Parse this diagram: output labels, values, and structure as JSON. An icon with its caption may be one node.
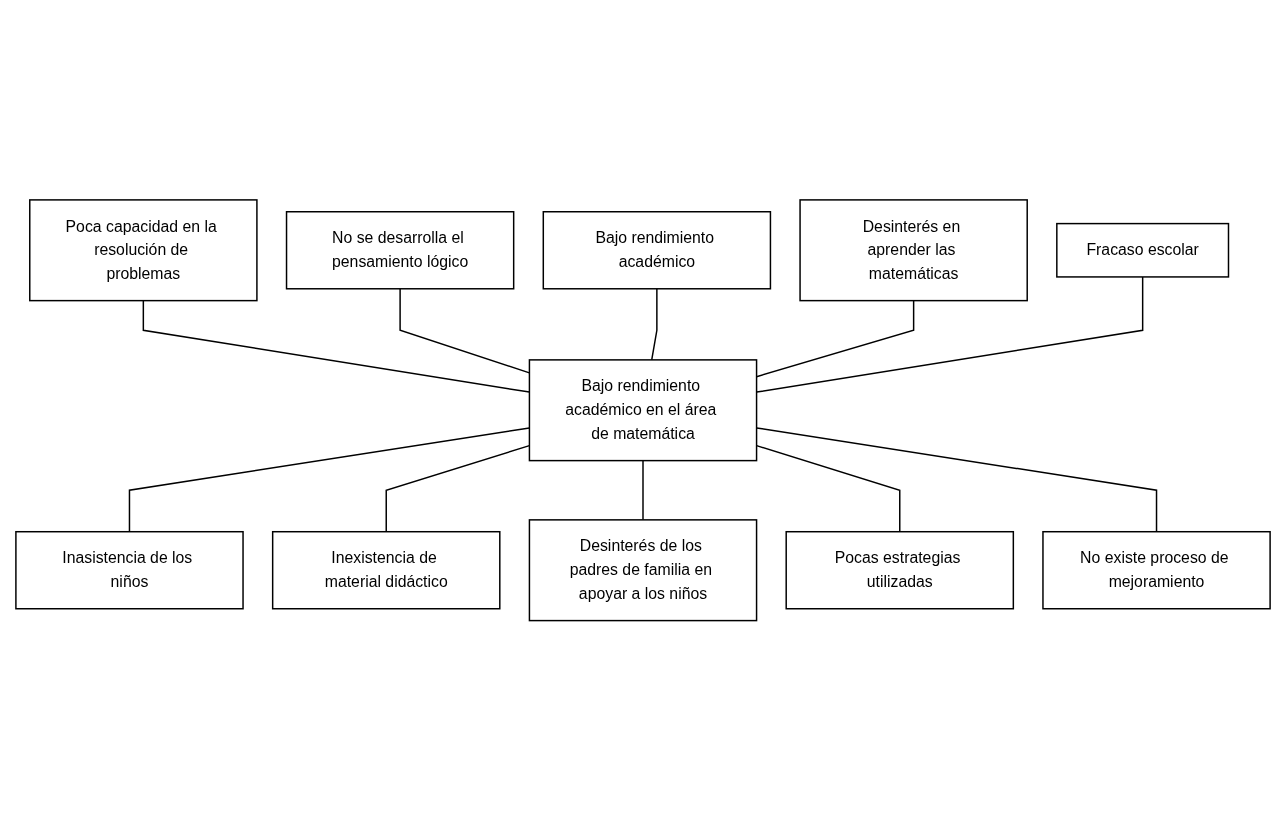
{
  "diagram": {
    "nodes": [
      {
        "text": [
          "Poca capacidad en la resolución de problemas"
        ]
      },
      {
        "text": [
          "No se desarrolla el pensamiento lógico"
        ]
      },
      {
        "text": [
          "Bajo rendimiento académico"
        ]
      },
      {
        "text": [
          "Desinterés en aprender las matemáticas"
        ]
      },
      {
        "text": [
          "Fracaso escolar"
        ]
      },
      {
        "text": [
          "Bajo rendimiento académico en el área de matemática"
        ]
      },
      {
        "text": [
          "Inasistencia de los niños"
        ]
      },
      {
        "text": [
          "Inexistencia de material didáctico"
        ]
      },
      {
        "text": [
          "Desinterés de los padres de familia en apoyar a los niños"
        ]
      },
      {
        "text": [
          "Pocas estrategias utilizadas"
        ]
      },
      {
        "text": [
          "No existe proceso de mejoramiento"
        ]
      }
    ],
    "edges": [
      {
        "from": 0,
        "to": 5,
        "arrow": "none"
      },
      {
        "from": 1,
        "to": 5,
        "arrow": "none"
      },
      {
        "from": 2,
        "to": 5,
        "arrow": "none"
      },
      {
        "from": 3,
        "to": 5,
        "arrow": "none"
      },
      {
        "from": 4,
        "to": 5,
        "arrow": "none"
      },
      {
        "from": 5,
        "to": 6,
        "arrow": "none"
      },
      {
        "from": 5,
        "to": 7,
        "arrow": "none"
      },
      {
        "from": 5,
        "to": 8,
        "arrow": "none"
      },
      {
        "from": 5,
        "to": 9,
        "arrow": "none"
      },
      {
        "from": 5,
        "to": 10,
        "arrow": "none"
      }
    ]
  }
}
